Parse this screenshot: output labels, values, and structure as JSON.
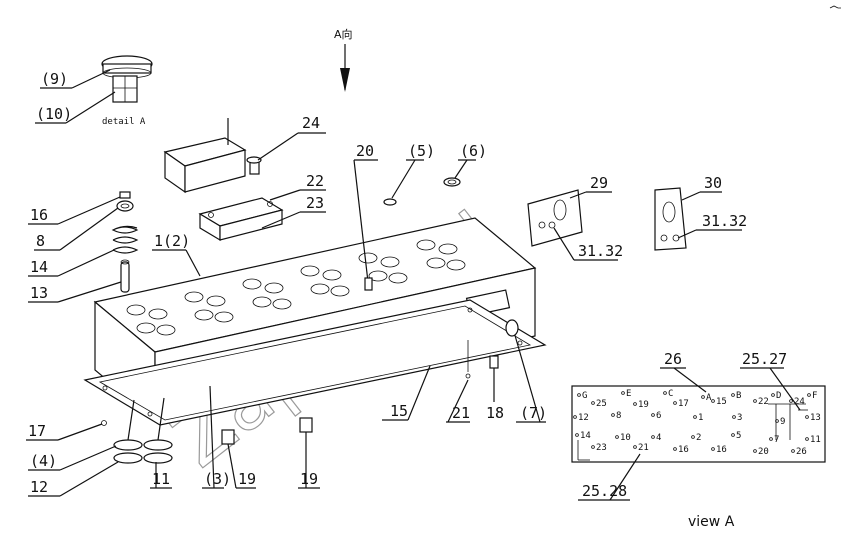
{
  "diagram": {
    "arrow_label": "A向",
    "detail_caption": "detail A",
    "view_caption": "view A",
    "watermark": "Zapcm.ru",
    "callouts": {
      "c9": "(9)",
      "c10": "(10)",
      "c24": "24",
      "c20": "20",
      "c5": "(5)",
      "c6": "(6)",
      "c29": "29",
      "c30": "30",
      "c3132a": "31.32",
      "c3132b": "31.32",
      "c16": "16",
      "c8": "8",
      "c14": "14",
      "c13": "13",
      "c1": "1(2)",
      "c22": "22",
      "c23": "23",
      "c17": "17",
      "c4": "(4)",
      "c12": "12",
      "c11": "11",
      "c3": "(3)",
      "c19a": "19",
      "c19b": "19",
      "c15": "15",
      "c21": "21",
      "c18": "18",
      "c7": "(7)",
      "c26": "26",
      "c2527": "25.27",
      "c2528": "25.28"
    },
    "view_a_labels": [
      {
        "id": "G",
        "text": "G"
      },
      {
        "id": "25t",
        "text": "25"
      },
      {
        "id": "E",
        "text": "E"
      },
      {
        "id": "19t",
        "text": "19"
      },
      {
        "id": "C",
        "text": "C"
      },
      {
        "id": "17t",
        "text": "17"
      },
      {
        "id": "A",
        "text": "A"
      },
      {
        "id": "15t",
        "text": "15"
      },
      {
        "id": "B",
        "text": "B"
      },
      {
        "id": "22t",
        "text": "22"
      },
      {
        "id": "D",
        "text": "D"
      },
      {
        "id": "24t",
        "text": "24"
      },
      {
        "id": "F",
        "text": "F"
      },
      {
        "id": "12t",
        "text": "12"
      },
      {
        "id": "8t",
        "text": "8"
      },
      {
        "id": "6t",
        "text": "6"
      },
      {
        "id": "1t",
        "text": "1"
      },
      {
        "id": "3t",
        "text": "3"
      },
      {
        "id": "9t",
        "text": "9"
      },
      {
        "id": "13t",
        "text": "13"
      },
      {
        "id": "14t",
        "text": "14"
      },
      {
        "id": "10t",
        "text": "10"
      },
      {
        "id": "4t",
        "text": "4"
      },
      {
        "id": "2t",
        "text": "2"
      },
      {
        "id": "5t",
        "text": "5"
      },
      {
        "id": "7t",
        "text": "7"
      },
      {
        "id": "11t",
        "text": "11"
      },
      {
        "id": "23t",
        "text": "23"
      },
      {
        "id": "21t",
        "text": "21"
      },
      {
        "id": "16t",
        "text": "16"
      },
      {
        "id": "16u",
        "text": "16"
      },
      {
        "id": "20t",
        "text": "20"
      },
      {
        "id": "26t",
        "text": "26"
      }
    ]
  }
}
